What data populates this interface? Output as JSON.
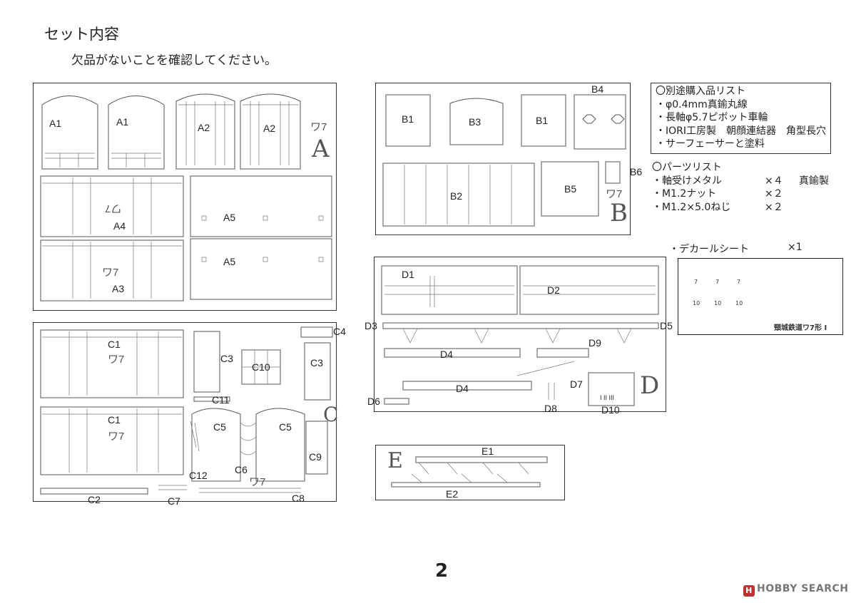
{
  "header": {
    "title": "セット内容",
    "subtitle": "欠品がないことを確認してください。"
  },
  "sheetA": {
    "letter": "A",
    "labels": {
      "a1_left": "A1",
      "a1_right": "A1",
      "a2_left": "A2",
      "a2_right": "A2",
      "a4": "A4",
      "a3": "A3",
      "a5_top": "A5",
      "a5_bottom": "A5"
    },
    "kana": [
      "ワ7",
      "ワ7",
      "ワ7"
    ]
  },
  "sheetB": {
    "letter": "B",
    "labels": {
      "b1_left": "B1",
      "b3": "B3",
      "b1_right": "B1",
      "b4": "B4",
      "b2": "B2",
      "b5": "B5",
      "b6": "B6"
    },
    "kana": "ワ7"
  },
  "sheetC": {
    "letter": "C",
    "labels": {
      "c1_top": "C1",
      "c1_bottom": "C1",
      "c3_left": "C3",
      "c3_right": "C3",
      "c10": "C10",
      "c4": "C4",
      "c11": "C11",
      "c5_left": "C5",
      "c5_right": "C5",
      "c6": "C6",
      "c9": "C9",
      "c12": "C12",
      "c2": "C2",
      "c7": "C7",
      "c8": "C8"
    },
    "kana": [
      "ワ7",
      "ワ7",
      "ワ7"
    ]
  },
  "sheetD": {
    "letter": "D",
    "labels": {
      "d1": "D1",
      "d2": "D2",
      "d3": "D3",
      "d5": "D5",
      "d4_top": "D4",
      "d9": "D9",
      "d4_bottom": "D4",
      "d7": "D7",
      "d6": "D6",
      "d8": "D8",
      "d10": "D10"
    },
    "d10_marks": "I II III"
  },
  "sheetE": {
    "letter": "E",
    "labels": {
      "e1": "E1",
      "e2": "E2"
    }
  },
  "purchase_list": {
    "heading": "〇別途購入品リスト",
    "items": [
      "・φ0.4mm真鍮丸線",
      "・長軸φ5.7ピボット車輪",
      "・IORI工房製　朝顔連結器　角型長穴",
      "・サーフェーサーと塗料"
    ]
  },
  "parts_list": {
    "heading": "〇パーツリスト",
    "items": [
      {
        "name": "・軸受けメタル",
        "qty": "×４",
        "note": "真鍮製"
      },
      {
        "name": "・M1.2ナット",
        "qty": "×２",
        "note": ""
      },
      {
        "name": "・M1.2×5.0ねじ",
        "qty": "×２",
        "note": ""
      }
    ]
  },
  "decal": {
    "label": "・デカールシート",
    "qty": "×1",
    "sheet_title": "頸城鉄道ワ7形 Ⅰ",
    "numbers_row1": [
      "7",
      "7",
      "7"
    ],
    "numbers_row2": [
      "10",
      "10",
      "10"
    ]
  },
  "page_number": "2",
  "watermark": {
    "brand": "HOBBY SEARCH",
    "mark": "H"
  }
}
